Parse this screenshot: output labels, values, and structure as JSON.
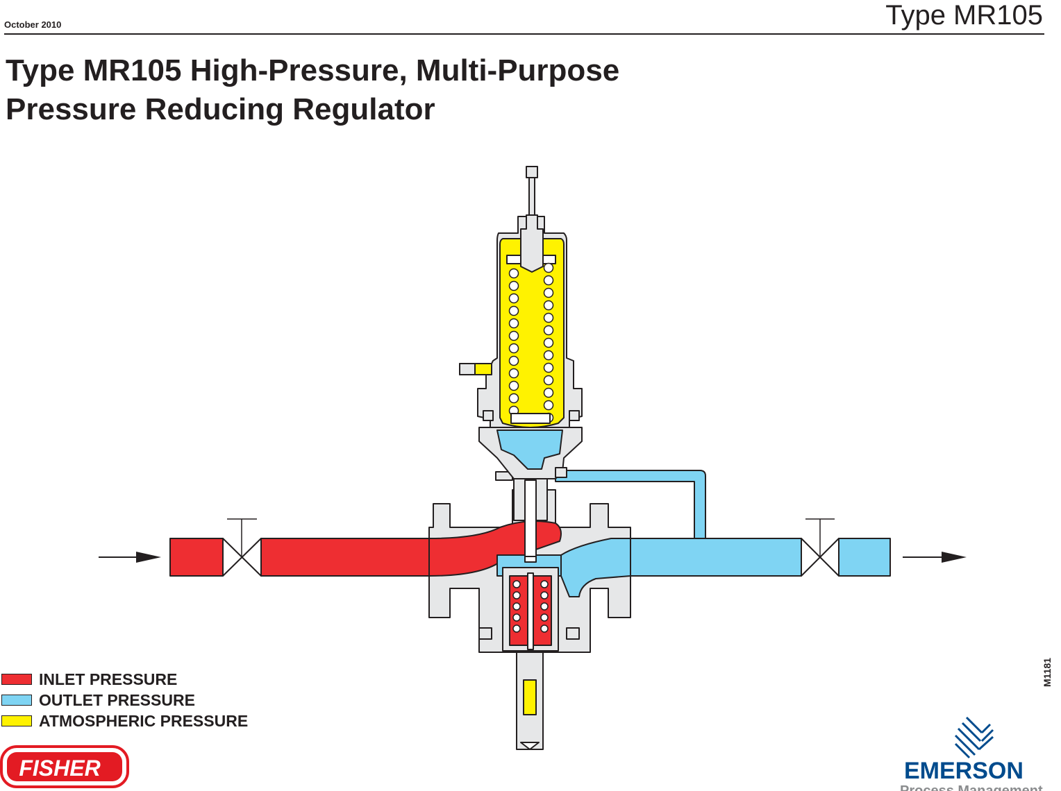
{
  "header": {
    "date": "October 2010",
    "doc_type": "Type MR105"
  },
  "title": {
    "line1": "Type MR105 High-Pressure, Multi-Purpose",
    "line2": "Pressure Reducing Regulator"
  },
  "legend": [
    {
      "label": "INLET PRESSURE",
      "color": "#ee2e32"
    },
    {
      "label": "OUTLET PRESSURE",
      "color": "#7fd4f3"
    },
    {
      "label": "ATMOSPHERIC PRESSURE",
      "color": "#fff200"
    }
  ],
  "figure_id": "M1181",
  "brands": {
    "left_logo": "FISHER",
    "right_logo": "EMERSON",
    "right_tagline": "Process Management"
  },
  "colors": {
    "inlet": "#ee2e32",
    "outlet": "#7fd4f3",
    "atmospheric": "#fff200",
    "body_gray": "#e6e7e8",
    "outline": "#231f20",
    "emerson_blue": "#004b8d"
  }
}
